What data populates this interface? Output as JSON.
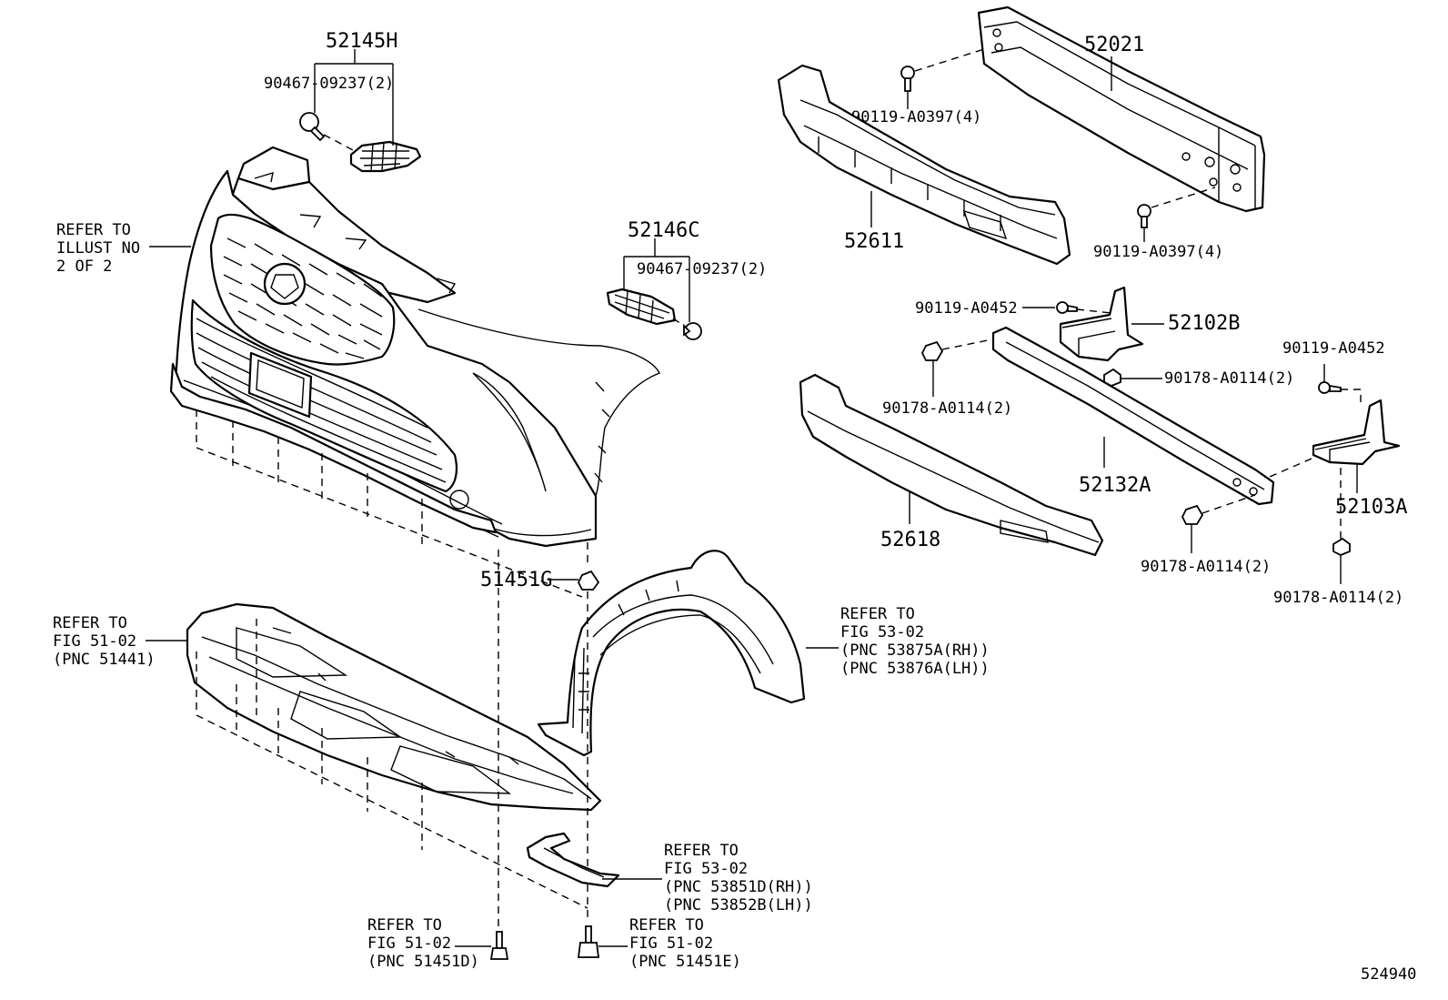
{
  "labels": {
    "p52145h": "52145H",
    "p90467_top": "90467-09237(2)",
    "p52146c": "52146C",
    "p90467_mid": "90467-09237(2)",
    "refer_illust": [
      "REFER TO",
      "ILLUST NO",
      "2 OF 2"
    ],
    "p52021": "52021",
    "p90119_a0397_top": "90119-A0397(4)",
    "p52611": "52611",
    "p90119_a0397_bot": "90119-A0397(4)",
    "p90119_a0452_left": "90119-A0452",
    "p52102b": "52102B",
    "p90178_left": "90178-A0114(2)",
    "p90178_mid": "90178-A0114(2)",
    "p90119_a0452_right": "90119-A0452",
    "p52132a": "52132A",
    "p52618": "52618",
    "p52103a": "52103A",
    "p90178_low": "90178-A0114(2)",
    "p90178_lowright": "90178-A0114(2)",
    "p51451g": "51451G",
    "refer_fig51_02_undercover": [
      "REFER TO",
      "FIG 51-02",
      "(PNC 51441)"
    ],
    "refer_fig53_02_liner": [
      "REFER TO",
      "FIG 53-02",
      "(PNC 53875A(RH))",
      "(PNC 53876A(LH))"
    ],
    "refer_fig53_02_seal": [
      "REFER TO",
      "FIG 53-02",
      "(PNC 53851D(RH))",
      "(PNC 53852B(LH))"
    ],
    "refer_fig51_02_bolt_d": [
      "REFER TO",
      "FIG 51-02",
      "(PNC 51451D)"
    ],
    "refer_fig51_02_bolt_e": [
      "REFER TO",
      "FIG 51-02",
      "(PNC 51451E)"
    ],
    "illustration_number": "524940"
  }
}
